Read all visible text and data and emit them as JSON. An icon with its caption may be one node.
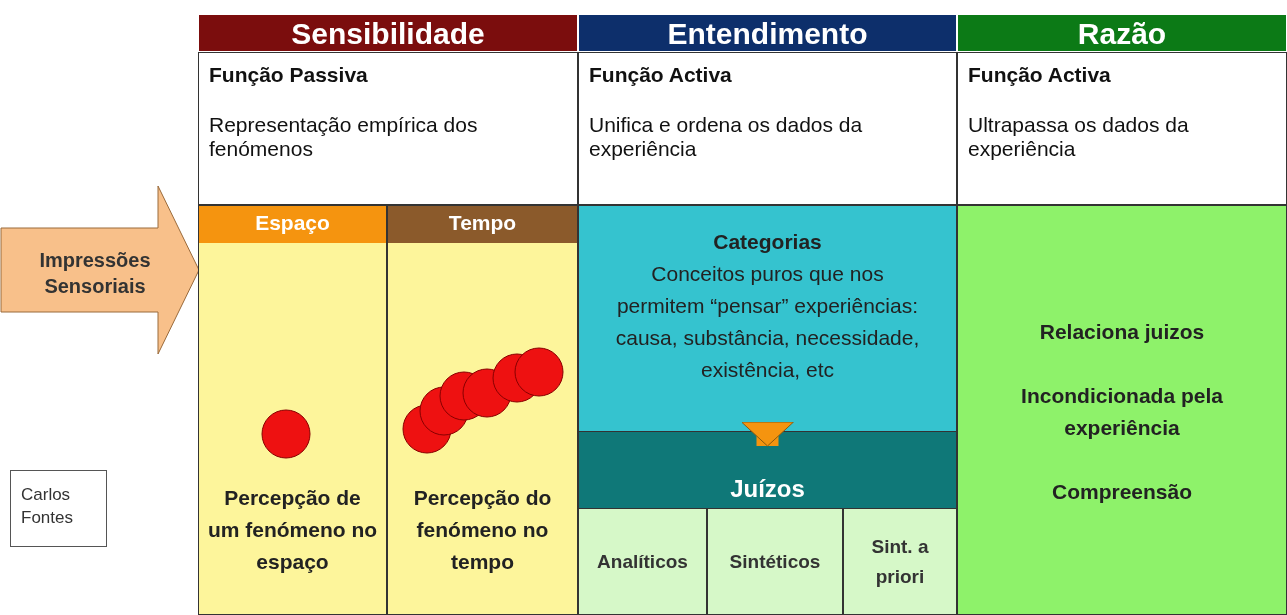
{
  "diagram": {
    "nodes": [
      {
        "text": [
          "Sensibilidade"
        ]
      },
      {
        "text": [
          "Função Passiva",
          "Representação empírica dos fenómenos"
        ]
      },
      {
        "text": [
          "Entendimento"
        ]
      },
      {
        "text": [
          "Função Activa",
          "Unifica e ordena os dados da experiência"
        ]
      },
      {
        "text": [
          "Razão"
        ]
      },
      {
        "text": [
          "Função Activa",
          "Ultrapassa os dados da experiência"
        ]
      },
      {
        "text": [
          "Impressões Sensoriais"
        ]
      },
      {
        "text": [
          "Espaço",
          "Percepção de um fenómeno no espaço"
        ]
      },
      {
        "text": [
          "Tempo",
          "Percepção do fenómeno no tempo"
        ]
      },
      {
        "text": [
          "Categorias",
          "Conceitos puros que nos permitem “pensar” experiências: causa, substância, necessidade, existência, etc"
        ]
      },
      {
        "text": [
          "Juízos"
        ]
      },
      {
        "text": [
          "Analíticos"
        ]
      },
      {
        "text": [
          "Sintéticos"
        ]
      },
      {
        "text": [
          "Sint. a priori"
        ]
      },
      {
        "text": [
          "Relaciona juizos",
          "Incondicionada pela experiência",
          "Compreensão"
        ]
      },
      {
        "text": [
          "Carlos Fontes"
        ]
      }
    ],
    "edges": [
      {
        "from": 9,
        "to": 10,
        "arrow": "to"
      }
    ]
  }
}
